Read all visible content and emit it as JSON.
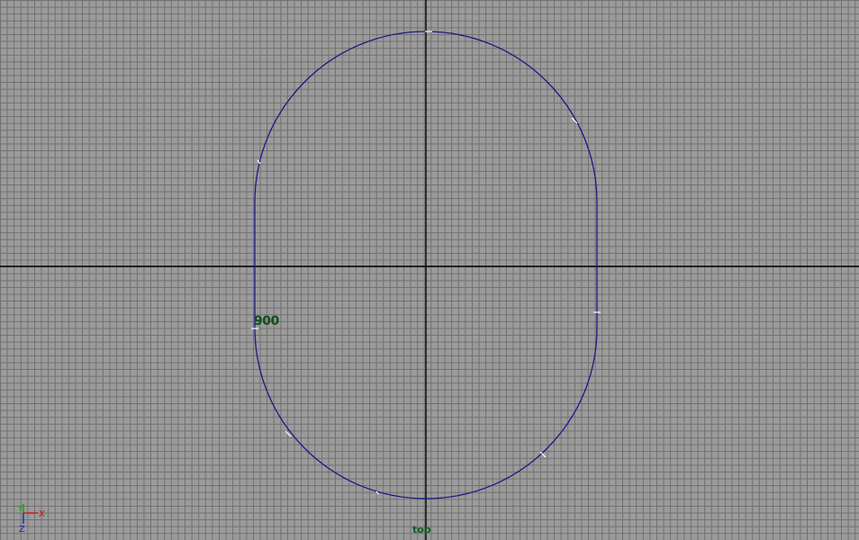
{
  "viewport": {
    "camera_name": "top",
    "grid_color": "#6f6f6f",
    "background_color": "#9b9b9b",
    "axis_color": "#000000"
  },
  "curve": {
    "label": "900",
    "color": "#1a1a86",
    "shape": "stadium (closed curve)"
  },
  "axis_gizmo": {
    "x_label": "X",
    "y_label": "Y",
    "z_label": "Z",
    "x_color": "#d01010",
    "y_color": "#10a010",
    "z_color": "#1020d0"
  }
}
